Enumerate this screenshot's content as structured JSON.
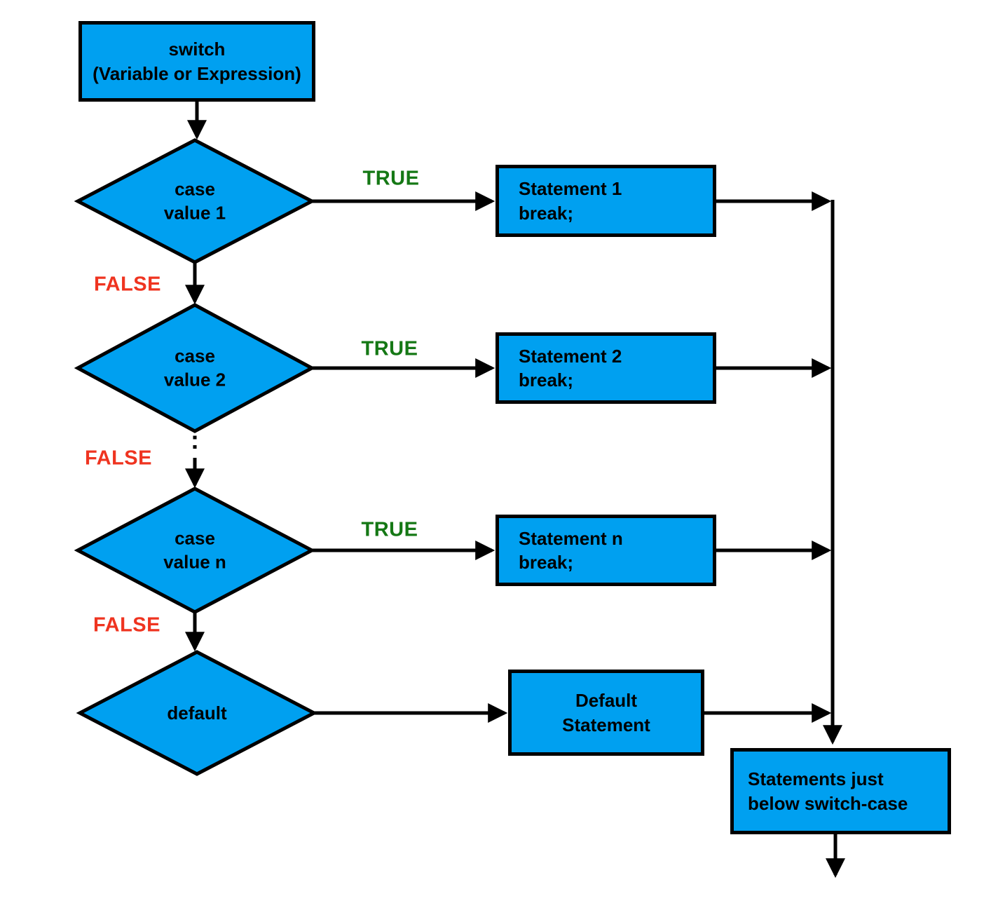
{
  "flowchart": {
    "switch_node": {
      "line1": "switch",
      "line2": "(Variable or Expression)"
    },
    "decisions": [
      {
        "line1": "case",
        "line2": "value 1"
      },
      {
        "line1": "case",
        "line2": "value 2"
      },
      {
        "line1": "case",
        "line2": "value n"
      },
      {
        "line1": "default"
      }
    ],
    "statements": [
      {
        "line1": "Statement 1",
        "line2": "break;"
      },
      {
        "line1": "Statement 2",
        "line2": "break;"
      },
      {
        "line1": "Statement n",
        "line2": "break;"
      },
      {
        "line1": "Default",
        "line2": "Statement"
      }
    ],
    "end_node": {
      "line1": "Statements just",
      "line2": "below switch-case"
    },
    "labels": {
      "true_label": "TRUE",
      "false_label": "FALSE",
      "continuation": ":"
    },
    "colors": {
      "node_fill": "#00A0F0",
      "border": "#000000",
      "true_color": "#157815",
      "false_color": "#EF3420"
    }
  }
}
